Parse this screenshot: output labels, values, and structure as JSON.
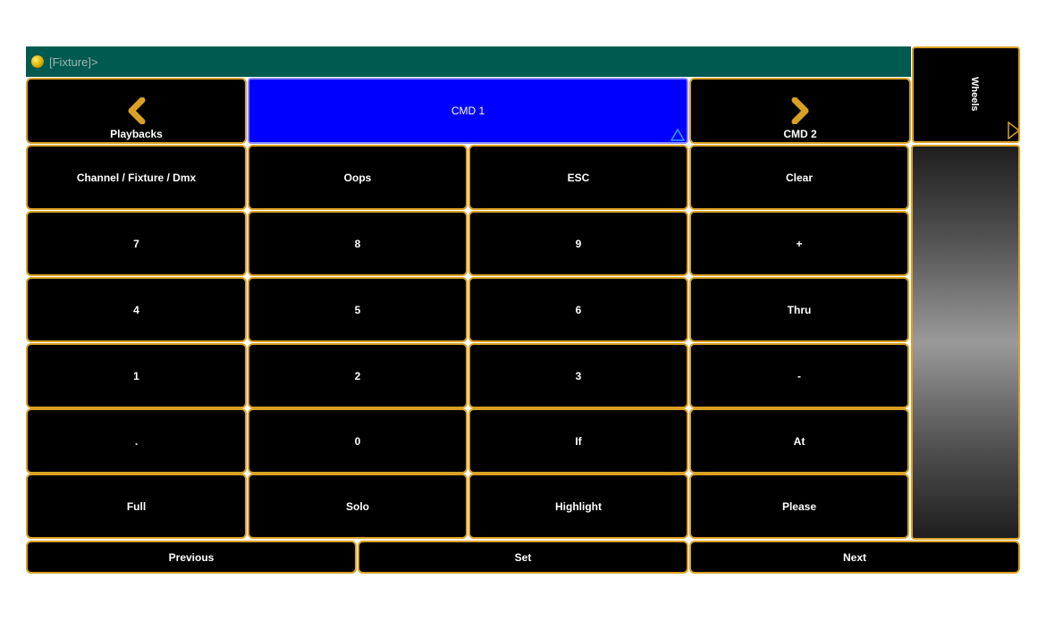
{
  "command_line": {
    "prompt": "[Fixture]>"
  },
  "top_row": {
    "left_label": "Playbacks",
    "center_label": "CMD 1",
    "right_label": "CMD 2"
  },
  "side": {
    "wheels_label": "Wheels"
  },
  "keys": [
    [
      "Channel / Fixture / Dmx",
      "Oops",
      "ESC",
      "Clear"
    ],
    [
      "7",
      "8",
      "9",
      "+"
    ],
    [
      "4",
      "5",
      "6",
      "Thru"
    ],
    [
      "1",
      "2",
      "3",
      "-"
    ],
    [
      ".",
      "0",
      "If",
      "At"
    ],
    [
      "Full",
      "Solo",
      "Highlight",
      "Please"
    ]
  ],
  "bottom_row": {
    "previous": "Previous",
    "set": "Set",
    "next": "Next"
  },
  "colors": {
    "accent": "#d9a023",
    "command_bar": "#005a50",
    "active_tab": "#0000ff",
    "button_bg": "#000000"
  }
}
